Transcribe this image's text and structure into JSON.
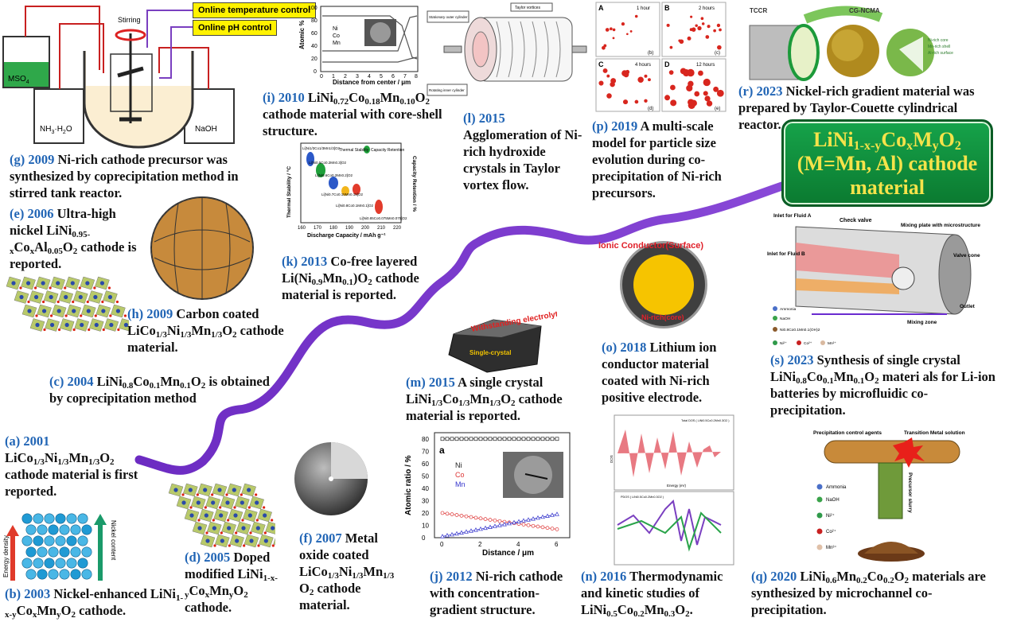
{
  "banner": {
    "line1": "LiNi",
    "line1_sub": "1-x-y",
    "line1b": "Co",
    "line1b_sub": "x",
    "line1c": "M",
    "line1c_sub": "y",
    "line1d": "O",
    "line1d_sub": "2",
    "line2": "(M=Mn, Al) cathode",
    "line3": "material"
  },
  "reactor": {
    "temp_label": "Online temperature control",
    "ph_label": "Online pH control",
    "stirring": "Stirring",
    "mso4": "MSO",
    "mso4_sub": "4",
    "nh3": "NH",
    "nh3_sub": "3",
    "nh3_tail": "·H",
    "nh3_sub2": "2",
    "nh3_end": "O",
    "naoh": "NaOH"
  },
  "captions": {
    "g": {
      "tag": "(g) 2009",
      "text": "Ni-rich cathode precursor was synthesized by coprecipitation method in stirred tank reactor."
    },
    "e": {
      "tag": "(e) 2006",
      "t1": "Ultra-high nickel LiNi",
      "s1": "0.95-x",
      "t2": "Co",
      "s2": "x",
      "t3": "Al",
      "s3": "0.05",
      "t4": "O",
      "s4": "2",
      "t5": " cathode is reported."
    },
    "h": {
      "tag": "(h) 2009",
      "t1": "Carbon coated LiCo",
      "s1": "1/3",
      "t2": "Ni",
      "s2": "1/3",
      "t3": "Mn",
      "s3": "1/3",
      "t4": "O",
      "s4": "2",
      "t5": " cathode material."
    },
    "i": {
      "tag": "(i) 2010",
      "t1": "LiNi",
      "s1": "0.72",
      "t2": "Co",
      "s2": "0.18",
      "t3": "Mn",
      "s3": "0.10",
      "t4": "O",
      "s4": "2",
      "t5": " cathode material with core-shell structure."
    },
    "k": {
      "tag": "(k) 2013",
      "t1": "Co-free layered Li(Ni",
      "s1": "0.9",
      "t2": "Mn",
      "s2": "0.1",
      "t3": ")O",
      "s3": "2",
      "t4": " cathode material is reported."
    },
    "l": {
      "tag": "(l) 2015",
      "text": "Agglomeration of Ni-rich hydroxide crystals in Taylor vortex flow."
    },
    "p": {
      "tag": "(p) 2019",
      "text": "A multi-scale model for particle size evolution during co-precipitation of Ni-rich precursors."
    },
    "r": {
      "tag": "(r) 2023",
      "text": "Nickel-rich gradient material was prepared by Taylor-Couette cylindrical reactor."
    },
    "c": {
      "tag": "(c) 2004",
      "t1": "LiNi",
      "s1": "0.8",
      "t2": "Co",
      "s2": "0.1",
      "t3": "Mn",
      "s3": "0.1",
      "t4": "O",
      "s4": "2",
      "t5": " is obtained by coprecipitation method"
    },
    "a": {
      "tag": "(a) 2001",
      "t1": "LiCo",
      "s1": "1/3",
      "t2": "Ni",
      "s2": "1/3",
      "t3": "Mn",
      "s3": "1/3",
      "t4": "O",
      "s4": "2",
      "t5": " cathode material is first reported."
    },
    "b": {
      "tag": "(b) 2003",
      "t1": "Nickel-enhanced LiNi",
      "s1": "1-x-y",
      "t2": "Co",
      "s2": "x",
      "t3": "Mn",
      "s3": "y",
      "t4": "O",
      "s4": "2",
      "t5": " cathode."
    },
    "d": {
      "tag": "(d) 2005",
      "t1": "Doped modified LiNi",
      "s1": "1-x-y",
      "t2": "Co",
      "s2": "x",
      "t3": "Mn",
      "s3": "y",
      "t4": "O",
      "s4": "2",
      "t5": " cathode."
    },
    "f": {
      "tag": "(f) 2007",
      "t1": "Metal oxide coated LiCo",
      "s1": "1/3",
      "t2": "Ni",
      "s2": "1/3",
      "t3": "Mn",
      "s3": "1/3",
      "t4": " O",
      "s4": "2",
      "t5": " cathode material."
    },
    "m": {
      "tag": "(m) 2015",
      "t1": "A single crystal LiNi",
      "s1": "1/3",
      "t2": "Co",
      "s2": "1/3",
      "t3": "Mn",
      "s3": "1/3",
      "t4": "O",
      "s4": "2",
      "t5": " cathode material is reported."
    },
    "o": {
      "tag": "(o) 2018",
      "text": "Lithium ion conductor material coated with Ni-rich positive electrode."
    },
    "j": {
      "tag": "(j) 2012",
      "text": "Ni-rich cathode with concentration-gradient structure."
    },
    "n": {
      "tag": "(n) 2016",
      "t1": "Thermodynamic and kinetic studies of LiNi",
      "s1": "0.5",
      "t2": "Co",
      "s2": "0.2",
      "t3": "Mn",
      "s3": "0.3",
      "t4": "O",
      "s4": "2",
      "t5": "."
    },
    "s": {
      "tag": "(s) 2023",
      "t1": "Synthesis of single crystal LiNi",
      "s1": "0.8",
      "t2": "Co",
      "s2": "0.1",
      "t3": "Mn",
      "s3": "0.1",
      "t4": "O",
      "s4": "2",
      "t5": " materi als for Li-ion batteries by microfluidic co-precipitation."
    },
    "q": {
      "tag": "(q) 2020",
      "t1": "LiNi",
      "s1": "0.6",
      "t2": "Mn",
      "s2": "0.2",
      "t3": "Co",
      "s3": "0.2",
      "t4": "O",
      "s4": "2",
      "t5": " materials are synthesized by microchannel co-precipitation."
    }
  },
  "fig_i": {
    "ylabel": "Atomic %",
    "xlabel": "Distance from center / μm",
    "legend": [
      "Ni",
      "Co",
      "Mn"
    ],
    "xticks": [
      "0",
      "1",
      "2",
      "3",
      "4",
      "5",
      "6",
      "7",
      "8"
    ],
    "yticks": [
      "0",
      "20",
      "40",
      "60",
      "80",
      "100"
    ]
  },
  "fig_k": {
    "xlabel": "Discharge Capacity / mAh g⁻¹",
    "ylabel_left": "Thermal Stability / °C",
    "ylabel_right": "Capacity Retention / %",
    "legend_a": "Thermal Stability",
    "legend_b": "Capacity Retention",
    "xticks": [
      "160",
      "170",
      "180",
      "190",
      "200",
      "210",
      "220"
    ],
    "points": [
      "Li[Ni1/3Co1/3Mn1/3]O2",
      "Li[Ni0.5Co0.2Mn0.3]O2",
      "Li[Ni0.6Co0.2Mn0.2]O2",
      "Li[Ni0.7Co0.15Mn0.15]O2",
      "Li[Ni0.8Co0.1Mn0.1]O2",
      "Li[Ni0.85Co0.075Mn0.075]O2"
    ]
  },
  "fig_l": {
    "l1": "Taylor vortices",
    "l2": "Stationary outer cylinder",
    "l3": "Rotating inner cylinder"
  },
  "fig_p": {
    "panels": [
      {
        "letter": "A",
        "time": "1 hour",
        "sub": "(b)"
      },
      {
        "letter": "B",
        "time": "2 hours",
        "sub": "(c)"
      },
      {
        "letter": "C",
        "time": "4 hours",
        "sub": "(d)"
      },
      {
        "letter": "D",
        "time": "12 hours",
        "sub": "(e)"
      }
    ]
  },
  "fig_r": {
    "tccr": "TCCR",
    "cgncma": "CG-NCMA",
    "core": "Ni-rich core",
    "shell": "Mn-rich shell",
    "surface": "Al-rich surface"
  },
  "fig_s": {
    "inlet_a": "Inlet for Fluid A",
    "inlet_b": "Inlet for Fluid B",
    "check_valve": "Check valve",
    "mixing_plate": "Mixing plate with microstructure",
    "valve_cone": "Valve cone",
    "outlet": "Outlet",
    "mixing_zone": "Mixing zone",
    "legend": [
      "Ammonia",
      "NaOH",
      "Ni0.8Co0.1Mn0.1(OH)2",
      "Ni²⁺",
      "Co²⁺",
      "Mn²⁺"
    ]
  },
  "fig_o": {
    "top": "Ionic Conductor(Surface)",
    "bottom": "Ni-rich(core)"
  },
  "fig_m": {
    "l1": "Withstanding electrolyte",
    "l2": "Single-crystal"
  },
  "fig_b": {
    "left": "Energy density",
    "right": "Nickel content"
  },
  "fig_j": {
    "panel": "a",
    "ylabel": "Atomic ratio / %",
    "xlabel": "Distance / μm",
    "legend": [
      "Ni",
      "Co",
      "Mn"
    ],
    "yticks": [
      "0",
      "10",
      "20",
      "30",
      "40",
      "50",
      "60",
      "70",
      "80"
    ],
    "xticks": [
      "0",
      "2",
      "4",
      "6"
    ]
  },
  "fig_n": {
    "top": "Total DOS ( LiNi0.5Co0.2Mn0.3O2 )",
    "bottom": "PDOS ( LiNi0.5Co0.2Mn0.3O2 )",
    "xlabel": "Energy (eV)",
    "ylabel": "DOS"
  },
  "fig_q": {
    "precip": "Precipitation control agents",
    "transition": "Transition Metal solution",
    "slurry": "Precursor slurry",
    "legend": [
      "Ammonia",
      "NaOH",
      "Ni²⁺",
      "Co²⁺",
      "Mn³⁺"
    ]
  },
  "colors": {
    "path": "#7b3fc8",
    "tag": "#2165b5",
    "banner": "#13913f",
    "banner_text": "#f5e34a"
  }
}
